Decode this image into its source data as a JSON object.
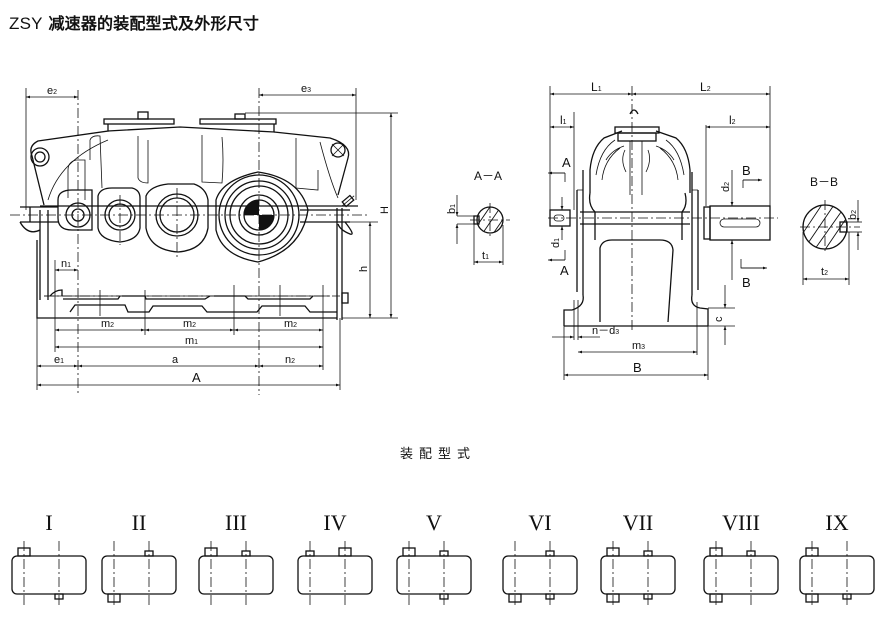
{
  "title": {
    "prefix": "ZSY",
    "text": "减速器的装配型式及外形尺寸"
  },
  "front_view": {
    "dimension_labels": {
      "e1": "e",
      "e1_sub": "1",
      "e2": "e",
      "e2_sub": "2",
      "e3": "e",
      "e3_sub": "3",
      "n1": "n",
      "n1_sub": "1",
      "n2": "n",
      "n2_sub": "2",
      "m1": "m",
      "m1_sub": "1",
      "m2": "m",
      "m2_sub": "2",
      "a": "a",
      "A": "A",
      "H": "H",
      "h": "h"
    }
  },
  "section_aa": {
    "title": "A－A",
    "b1": "b",
    "b1_sub": "1",
    "t1": "t",
    "t1_sub": "1"
  },
  "side_view": {
    "dimension_labels": {
      "L1": "L",
      "L1_sub": "1",
      "L2": "L",
      "L2_sub": "2",
      "l1": "l",
      "l1_sub": "1",
      "l2": "l",
      "l2_sub": "2",
      "d1": "d",
      "d1_sub": "1",
      "d2": "d",
      "d2_sub": "2",
      "nd3": "n－d",
      "nd3_sub": "3",
      "m3": "m",
      "m3_sub": "3",
      "B": "B",
      "c": "c"
    },
    "section_markers": {
      "A_top": "A",
      "A_bottom": "A",
      "B_top": "B",
      "B_bottom": "B"
    }
  },
  "section_bb": {
    "title": "B－B",
    "b2": "b",
    "b2_sub": "2",
    "t2": "t",
    "t2_sub": "2"
  },
  "assembly_section": {
    "title": "装配型式",
    "types": [
      {
        "label": "I",
        "top_left": "large",
        "top_right": "none",
        "bottom_left": "none",
        "bottom_right": "small"
      },
      {
        "label": "II",
        "top_left": "none",
        "top_right": "small",
        "bottom_left": "large",
        "bottom_right": "none"
      },
      {
        "label": "III",
        "top_left": "large",
        "top_right": "small",
        "bottom_left": "none",
        "bottom_right": "none"
      },
      {
        "label": "IV",
        "top_left": "small",
        "top_right": "large",
        "bottom_left": "none",
        "bottom_right": "none"
      },
      {
        "label": "V",
        "top_left": "large",
        "top_right": "small",
        "bottom_left": "none",
        "bottom_right": "small"
      },
      {
        "label": "VI",
        "top_left": "none",
        "top_right": "small",
        "bottom_left": "large",
        "bottom_right": "small"
      },
      {
        "label": "VII",
        "top_left": "large",
        "top_right": "small",
        "bottom_left": "large",
        "bottom_right": "small"
      },
      {
        "label": "VIII",
        "top_left": "large",
        "top_right": "small",
        "bottom_left": "large",
        "bottom_right": "none"
      },
      {
        "label": "IX",
        "top_left": "large",
        "top_right": "none",
        "bottom_left": "large",
        "bottom_right": "small"
      }
    ]
  }
}
